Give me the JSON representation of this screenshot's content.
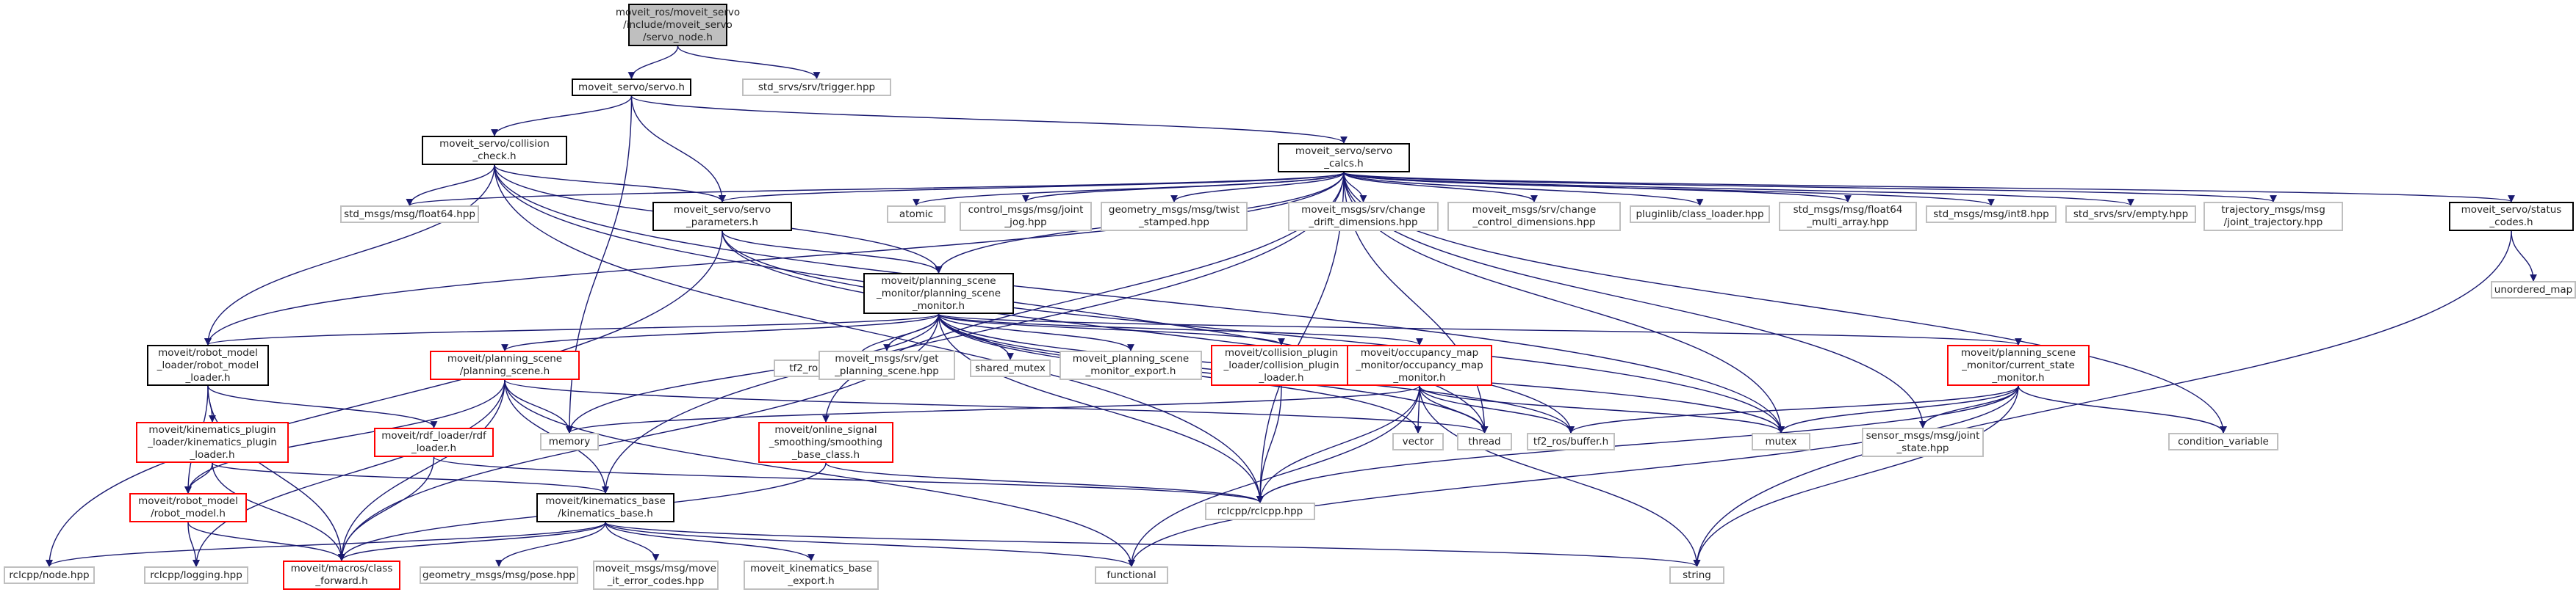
{
  "colors": {
    "edge": "#191970",
    "edge_external": "#c0c0c0",
    "red_border": "#ff0000",
    "root_fill": "#bfbfbf"
  },
  "nodes": [
    {
      "id": "servo_node",
      "label": "moveit_ros/moveit_servo\n/include/moveit_servo\n/servo_node.h",
      "style": "root"
    },
    {
      "id": "servo",
      "label": "moveit_servo/servo.h",
      "style": "documented"
    },
    {
      "id": "trigger",
      "label": "std_srvs/srv/trigger.hpp",
      "style": "external"
    },
    {
      "id": "collision_check",
      "label": "moveit_servo/collision\n_check.h",
      "style": "documented"
    },
    {
      "id": "servo_calcs",
      "label": "moveit_servo/servo\n_calcs.h",
      "style": "documented"
    },
    {
      "id": "float64",
      "label": "std_msgs/msg/float64.hpp",
      "style": "external"
    },
    {
      "id": "servo_parameters",
      "label": "moveit_servo/servo\n_parameters.h",
      "style": "documented"
    },
    {
      "id": "atomic",
      "label": "atomic",
      "style": "external"
    },
    {
      "id": "joint_jog",
      "label": "control_msgs/msg/joint\n_jog.hpp",
      "style": "external"
    },
    {
      "id": "twist_stamped",
      "label": "geometry_msgs/msg/twist\n_stamped.hpp",
      "style": "external"
    },
    {
      "id": "change_drift",
      "label": "moveit_msgs/srv/change\n_drift_dimensions.hpp",
      "style": "external"
    },
    {
      "id": "change_control",
      "label": "moveit_msgs/srv/change\n_control_dimensions.hpp",
      "style": "external"
    },
    {
      "id": "class_loader",
      "label": "pluginlib/class_loader.hpp",
      "style": "external"
    },
    {
      "id": "float64_multi",
      "label": "std_msgs/msg/float64\n_multi_array.hpp",
      "style": "external"
    },
    {
      "id": "int8",
      "label": "std_msgs/msg/int8.hpp",
      "style": "external"
    },
    {
      "id": "empty",
      "label": "std_srvs/srv/empty.hpp",
      "style": "external"
    },
    {
      "id": "joint_trajectory",
      "label": "trajectory_msgs/msg\n/joint_trajectory.hpp",
      "style": "external"
    },
    {
      "id": "status_codes",
      "label": "moveit_servo/status\n_codes.h",
      "style": "documented"
    },
    {
      "id": "unordered_map",
      "label": "unordered_map",
      "style": "external"
    },
    {
      "id": "planning_scene_monitor",
      "label": "moveit/planning_scene\n_monitor/planning_scene\n_monitor.h",
      "style": "documented"
    },
    {
      "id": "robot_model_loader",
      "label": "moveit/robot_model\n_loader/robot_model\n_loader.h",
      "style": "documented"
    },
    {
      "id": "planning_scene",
      "label": "moveit/planning_scene\n/planning_scene.h",
      "style": "red"
    },
    {
      "id": "transform_listener",
      "label": "tf2_ros/transform_listener.h",
      "style": "external"
    },
    {
      "id": "get_planning_scene",
      "label": "moveit_msgs/srv/get\n_planning_scene.hpp",
      "style": "external"
    },
    {
      "id": "shared_mutex",
      "label": "shared_mutex",
      "style": "external"
    },
    {
      "id": "psm_export",
      "label": "moveit_planning_scene\n_monitor_export.h",
      "style": "external"
    },
    {
      "id": "collision_plugin_loader",
      "label": "moveit/collision_plugin\n_loader/collision_plugin\n_loader.h",
      "style": "red"
    },
    {
      "id": "occupancy_map_monitor",
      "label": "moveit/occupancy_map\n_monitor/occupancy_map\n_monitor.h",
      "style": "red"
    },
    {
      "id": "current_state_monitor",
      "label": "moveit/planning_scene\n_monitor/current_state\n_monitor.h",
      "style": "red"
    },
    {
      "id": "kinematics_plugin_loader",
      "label": "moveit/kinematics_plugin\n_loader/kinematics_plugin\n_loader.h",
      "style": "red"
    },
    {
      "id": "rdf_loader",
      "label": "moveit/rdf_loader/rdf\n_loader.h",
      "style": "red"
    },
    {
      "id": "memory",
      "label": "memory",
      "style": "external"
    },
    {
      "id": "smoothing_base",
      "label": "moveit/online_signal\n_smoothing/smoothing\n_base_class.h",
      "style": "red"
    },
    {
      "id": "vector",
      "label": "vector",
      "style": "external"
    },
    {
      "id": "thread",
      "label": "thread",
      "style": "external"
    },
    {
      "id": "tf2_buffer",
      "label": "tf2_ros/buffer.h",
      "style": "external"
    },
    {
      "id": "mutex",
      "label": "mutex",
      "style": "external"
    },
    {
      "id": "joint_state",
      "label": "sensor_msgs/msg/joint\n_state.hpp",
      "style": "external"
    },
    {
      "id": "condition_variable",
      "label": "condition_variable",
      "style": "external"
    },
    {
      "id": "robot_model",
      "label": "moveit/robot_model\n/robot_model.h",
      "style": "red"
    },
    {
      "id": "kinematics_base",
      "label": "moveit/kinematics_base\n/kinematics_base.h",
      "style": "documented"
    },
    {
      "id": "rclcpp",
      "label": "rclcpp/rclcpp.hpp",
      "style": "external"
    },
    {
      "id": "rclcpp_node",
      "label": "rclcpp/node.hpp",
      "style": "external"
    },
    {
      "id": "rclcpp_logging",
      "label": "rclcpp/logging.hpp",
      "style": "external"
    },
    {
      "id": "class_forward",
      "label": "moveit/macros/class\n_forward.h",
      "style": "red"
    },
    {
      "id": "pose",
      "label": "geometry_msgs/msg/pose.hpp",
      "style": "external"
    },
    {
      "id": "move_it_error_codes",
      "label": "moveit_msgs/msg/move\n_it_error_codes.hpp",
      "style": "external"
    },
    {
      "id": "kinematics_base_export",
      "label": "moveit_kinematics_base\n_export.h",
      "style": "external"
    },
    {
      "id": "functional",
      "label": "functional",
      "style": "external"
    },
    {
      "id": "string",
      "label": "string",
      "style": "external"
    }
  ],
  "edges": [
    [
      "servo_node",
      "servo"
    ],
    [
      "servo_node",
      "trigger"
    ],
    [
      "servo",
      "collision_check"
    ],
    [
      "servo",
      "servo_calcs"
    ],
    [
      "servo",
      "servo_parameters"
    ],
    [
      "servo",
      "memory"
    ],
    [
      "collision_check",
      "servo_parameters"
    ],
    [
      "collision_check",
      "float64"
    ],
    [
      "collision_check",
      "planning_scene_monitor"
    ],
    [
      "collision_check",
      "robot_model_loader"
    ],
    [
      "collision_check",
      "rclcpp"
    ],
    [
      "collision_check",
      "mutex"
    ],
    [
      "collision_check",
      "thread"
    ],
    [
      "servo_calcs",
      "atomic"
    ],
    [
      "servo_calcs",
      "joint_jog"
    ],
    [
      "servo_calcs",
      "twist_stamped"
    ],
    [
      "servo_calcs",
      "change_drift"
    ],
    [
      "servo_calcs",
      "change_control"
    ],
    [
      "servo_calcs",
      "class_loader"
    ],
    [
      "servo_calcs",
      "float64_multi"
    ],
    [
      "servo_calcs",
      "int8"
    ],
    [
      "servo_calcs",
      "empty"
    ],
    [
      "servo_calcs",
      "joint_trajectory"
    ],
    [
      "servo_calcs",
      "status_codes"
    ],
    [
      "servo_calcs",
      "float64"
    ],
    [
      "servo_calcs",
      "servo_parameters"
    ],
    [
      "servo_calcs",
      "planning_scene_monitor"
    ],
    [
      "servo_calcs",
      "robot_model_loader"
    ],
    [
      "servo_calcs",
      "smoothing_base"
    ],
    [
      "servo_calcs",
      "thread"
    ],
    [
      "servo_calcs",
      "mutex"
    ],
    [
      "servo_calcs",
      "condition_variable"
    ],
    [
      "servo_calcs",
      "rclcpp"
    ],
    [
      "servo_calcs",
      "joint_state"
    ],
    [
      "servo_calcs",
      "kinematics_base"
    ],
    [
      "status_codes",
      "unordered_map"
    ],
    [
      "status_codes",
      "string"
    ],
    [
      "servo_parameters",
      "rclcpp_node"
    ],
    [
      "servo_parameters",
      "planning_scene_monitor"
    ],
    [
      "servo_parameters",
      "mutex"
    ],
    [
      "servo_parameters",
      "tf2_buffer"
    ],
    [
      "planning_scene_monitor",
      "robot_model_loader"
    ],
    [
      "planning_scene_monitor",
      "planning_scene"
    ],
    [
      "planning_scene_monitor",
      "transform_listener"
    ],
    [
      "planning_scene_monitor",
      "get_planning_scene"
    ],
    [
      "planning_scene_monitor",
      "shared_mutex"
    ],
    [
      "planning_scene_monitor",
      "psm_export"
    ],
    [
      "planning_scene_monitor",
      "collision_plugin_loader"
    ],
    [
      "planning_scene_monitor",
      "occupancy_map_monitor"
    ],
    [
      "planning_scene_monitor",
      "current_state_monitor"
    ],
    [
      "planning_scene_monitor",
      "memory"
    ],
    [
      "planning_scene_monitor",
      "thread"
    ],
    [
      "planning_scene_monitor",
      "vector"
    ],
    [
      "planning_scene_monitor",
      "tf2_buffer"
    ],
    [
      "planning_scene_monitor",
      "mutex"
    ],
    [
      "planning_scene_monitor",
      "rclcpp"
    ],
    [
      "planning_scene_monitor",
      "class_forward"
    ],
    [
      "robot_model_loader",
      "kinematics_plugin_loader"
    ],
    [
      "robot_model_loader",
      "rdf_loader"
    ],
    [
      "robot_model_loader",
      "robot_model"
    ],
    [
      "robot_model_loader",
      "class_forward"
    ],
    [
      "planning_scene",
      "memory"
    ],
    [
      "planning_scene",
      "robot_model"
    ],
    [
      "planning_scene",
      "class_forward"
    ],
    [
      "planning_scene",
      "kinematics_base"
    ],
    [
      "planning_scene",
      "functional"
    ],
    [
      "planning_scene",
      "thread"
    ],
    [
      "planning_scene",
      "rclcpp_logging"
    ],
    [
      "collision_plugin_loader",
      "rclcpp"
    ],
    [
      "occupancy_map_monitor",
      "memory"
    ],
    [
      "occupancy_map_monitor",
      "vector"
    ],
    [
      "occupancy_map_monitor",
      "thread"
    ],
    [
      "occupancy_map_monitor",
      "tf2_buffer"
    ],
    [
      "occupancy_map_monitor",
      "mutex"
    ],
    [
      "occupancy_map_monitor",
      "rclcpp"
    ],
    [
      "occupancy_map_monitor",
      "functional"
    ],
    [
      "occupancy_map_monitor",
      "string"
    ],
    [
      "current_state_monitor",
      "tf2_buffer"
    ],
    [
      "current_state_monitor",
      "mutex"
    ],
    [
      "current_state_monitor",
      "joint_state"
    ],
    [
      "current_state_monitor",
      "condition_variable"
    ],
    [
      "current_state_monitor",
      "rclcpp"
    ],
    [
      "current_state_monitor",
      "functional"
    ],
    [
      "current_state_monitor",
      "string"
    ],
    [
      "kinematics_plugin_loader",
      "robot_model"
    ],
    [
      "kinematics_plugin_loader",
      "class_forward"
    ],
    [
      "kinematics_plugin_loader",
      "kinematics_base"
    ],
    [
      "rdf_loader",
      "class_forward"
    ],
    [
      "rdf_loader",
      "rclcpp"
    ],
    [
      "smoothing_base",
      "class_forward"
    ],
    [
      "smoothing_base",
      "rclcpp"
    ],
    [
      "robot_model",
      "rclcpp_logging"
    ],
    [
      "robot_model",
      "class_forward"
    ],
    [
      "kinematics_base",
      "rclcpp_node"
    ],
    [
      "kinematics_base",
      "class_forward"
    ],
    [
      "kinematics_base",
      "pose"
    ],
    [
      "kinematics_base",
      "move_it_error_codes"
    ],
    [
      "kinematics_base",
      "kinematics_base_export"
    ],
    [
      "kinematics_base",
      "functional"
    ],
    [
      "kinematics_base",
      "string"
    ]
  ]
}
